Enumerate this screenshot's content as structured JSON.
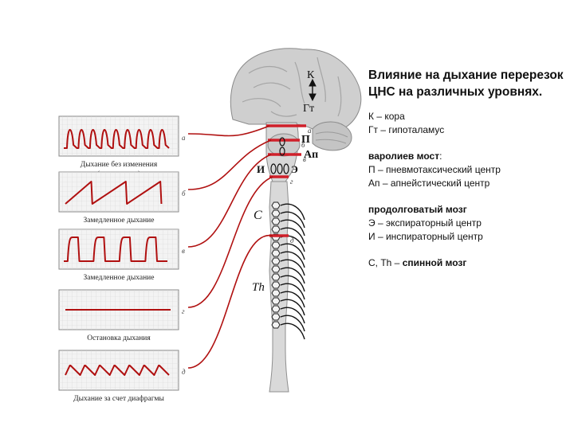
{
  "title": "Влияние на дыхание перерезок ЦНС на различных уровнях.",
  "legend": {
    "k": "К – кора",
    "gt": "Гт – гипоталамус",
    "pons_heading": "варолиев мост",
    "pons_colon": ":",
    "p": "П – пневмотаксический центр",
    "ap": "Ап – апнейстический центр",
    "medulla_heading": "продолговатый мозг",
    "e": " Э – экспираторный центр",
    "i": "И – инспираторный центр",
    "spine_prefix": "С, Th – ",
    "spine_label": "спинной мозг"
  },
  "brain_labels": {
    "k": "К",
    "gt": "Гт",
    "p": "П",
    "ap": "Ап",
    "i": "И",
    "e": "Э",
    "c": "С",
    "th": "Th"
  },
  "cut_letters": [
    "а",
    "б",
    "в",
    "г",
    "д"
  ],
  "panels": [
    {
      "caption_1": "Дыхание без изменения",
      "caption_2": "(нормальное)",
      "cut": "а",
      "pattern": "normal"
    },
    {
      "caption_1": "Замедленное дыхание",
      "cut": "б",
      "pattern": "slow"
    },
    {
      "caption_1": "Замедленное дыхание",
      "cut": "в",
      "pattern": "apneustic"
    },
    {
      "caption_1": "Остановка дыхания",
      "cut": "г",
      "pattern": "flat"
    },
    {
      "caption_1": "Дыхание за счет диафрагмы",
      "cut": "д",
      "pattern": "diaphragm"
    }
  ],
  "colors": {
    "trace": "#b01010",
    "cut": "#d0202a",
    "grid_bg": "#f3f3f3",
    "grid_line": "#d6d6d6",
    "brain": "#cfcfcf"
  }
}
